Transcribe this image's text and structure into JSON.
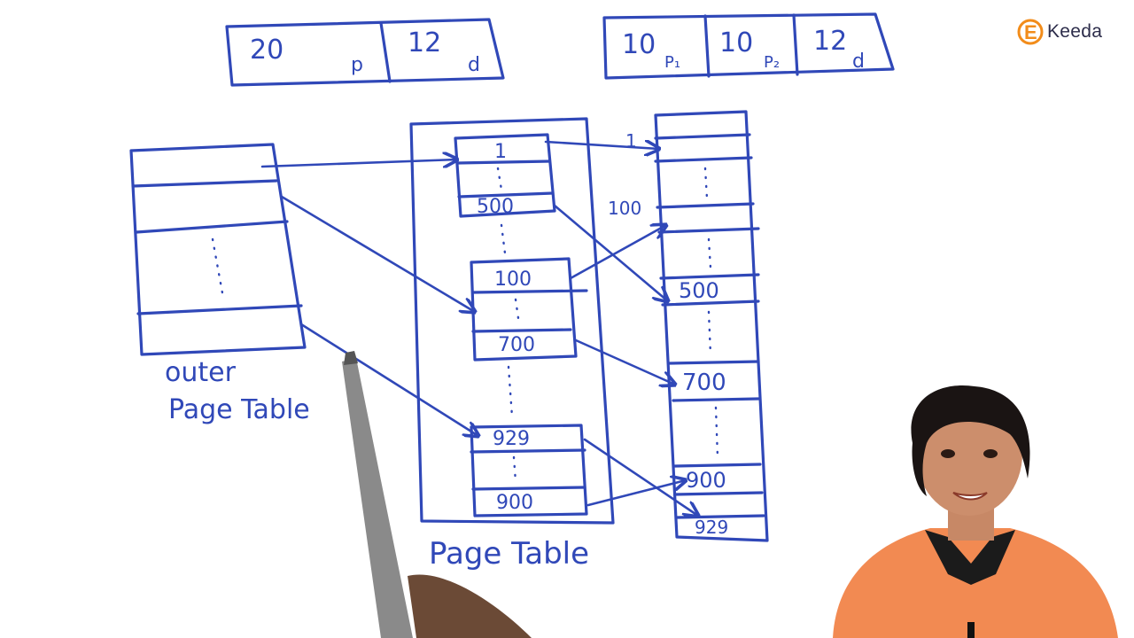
{
  "logo": {
    "text": "Keeda",
    "mark_letter": "E",
    "accent": "#f28c1a"
  },
  "address_formats": {
    "two_level": {
      "p_value": "20",
      "p_label": "p",
      "d_value": "12",
      "d_label": "d"
    },
    "three_level": {
      "p1_value": "10",
      "p1_label": "P₁",
      "p2_value": "10",
      "p2_label": "P₂",
      "d_value": "12",
      "d_label": "d"
    }
  },
  "outer_table": {
    "label_line1": "outer",
    "label_line2": "Page Table"
  },
  "page_table": {
    "label": "Page Table",
    "inner_blocks": [
      {
        "top": "1",
        "bottom": "500"
      },
      {
        "top": "100",
        "bottom": "700"
      },
      {
        "top": "929",
        "bottom": "900"
      }
    ]
  },
  "memory": {
    "side_labels": [
      "1",
      "100"
    ],
    "cells": [
      "500",
      "700",
      "900",
      "929"
    ]
  },
  "colors": {
    "ink": "#3048b8",
    "shirt": "#f28a52",
    "board": "#ffffff"
  }
}
